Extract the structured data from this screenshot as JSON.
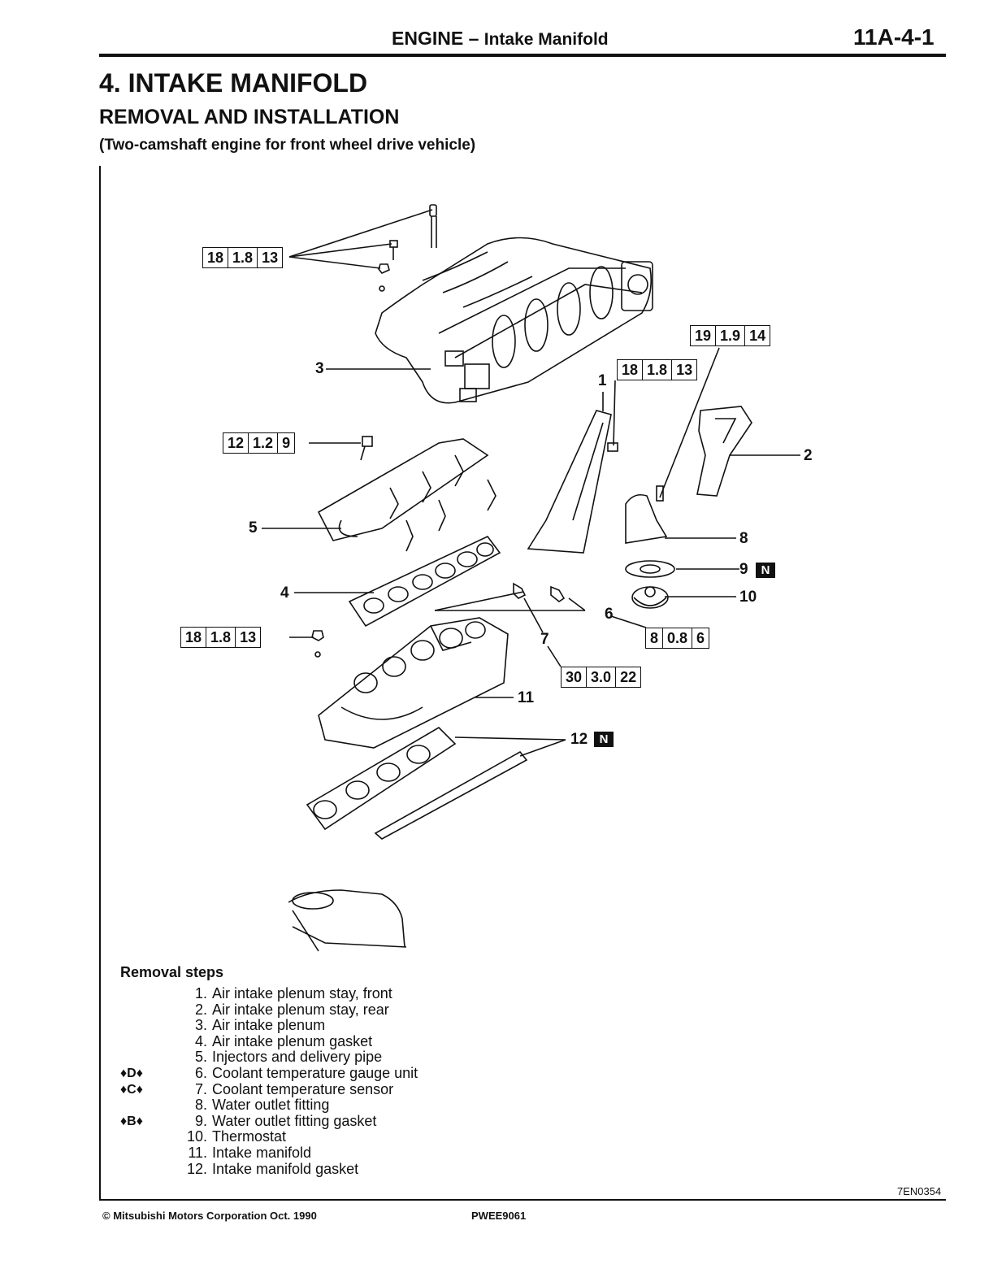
{
  "header": {
    "title": "ENGINE",
    "separator": "–",
    "subtitle": "Intake Manifold",
    "page": "11A-4-1"
  },
  "heading": "4. INTAKE MANIFOLD",
  "subheading": "REMOVAL AND INSTALLATION",
  "variant": "(Two-camshaft engine for front wheel drive vehicle)",
  "torques": [
    {
      "id": "t1",
      "nm": "18",
      "kgm": "1.8",
      "ftlb": "13"
    },
    {
      "id": "t2",
      "nm": "19",
      "kgm": "1.9",
      "ftlb": "14"
    },
    {
      "id": "t3",
      "nm": "18",
      "kgm": "1.8",
      "ftlb": "13"
    },
    {
      "id": "t4",
      "nm": "12",
      "kgm": "1.2",
      "ftlb": "9"
    },
    {
      "id": "t5",
      "nm": "18",
      "kgm": "1.8",
      "ftlb": "13"
    },
    {
      "id": "t6",
      "nm": "8",
      "kgm": "0.8",
      "ftlb": "6"
    },
    {
      "id": "t7",
      "nm": "30",
      "kgm": "3.0",
      "ftlb": "22"
    }
  ],
  "callouts": [
    "1",
    "2",
    "3",
    "4",
    "5",
    "6",
    "7",
    "8",
    "9",
    "10",
    "11",
    "12"
  ],
  "new_part_badge": "N",
  "removal_title": "Removal steps",
  "steps": [
    {
      "mark": "",
      "num": "1.",
      "text": "Air intake plenum stay, front"
    },
    {
      "mark": "",
      "num": "2.",
      "text": "Air intake plenum stay, rear"
    },
    {
      "mark": "",
      "num": "3.",
      "text": "Air intake plenum"
    },
    {
      "mark": "",
      "num": "4.",
      "text": "Air intake plenum gasket"
    },
    {
      "mark": "",
      "num": "5.",
      "text": "Injectors and delivery pipe"
    },
    {
      "mark": "♦D♦",
      "num": "6.",
      "text": "Coolant temperature gauge unit"
    },
    {
      "mark": "♦C♦",
      "num": "7.",
      "text": "Coolant temperature sensor"
    },
    {
      "mark": "",
      "num": "8.",
      "text": "Water outlet fitting"
    },
    {
      "mark": "♦B♦",
      "num": "9.",
      "text": "Water outlet fitting gasket"
    },
    {
      "mark": "",
      "num": "10.",
      "text": "Thermostat"
    },
    {
      "mark": "",
      "num": "11.",
      "text": "Intake manifold"
    },
    {
      "mark": "",
      "num": "12.",
      "text": "Intake manifold gasket"
    }
  ],
  "figure_id": "7EN0354",
  "footer": {
    "copyright": "© Mitsubishi Motors Corporation  Oct. 1990",
    "code": "PWEE9061"
  }
}
